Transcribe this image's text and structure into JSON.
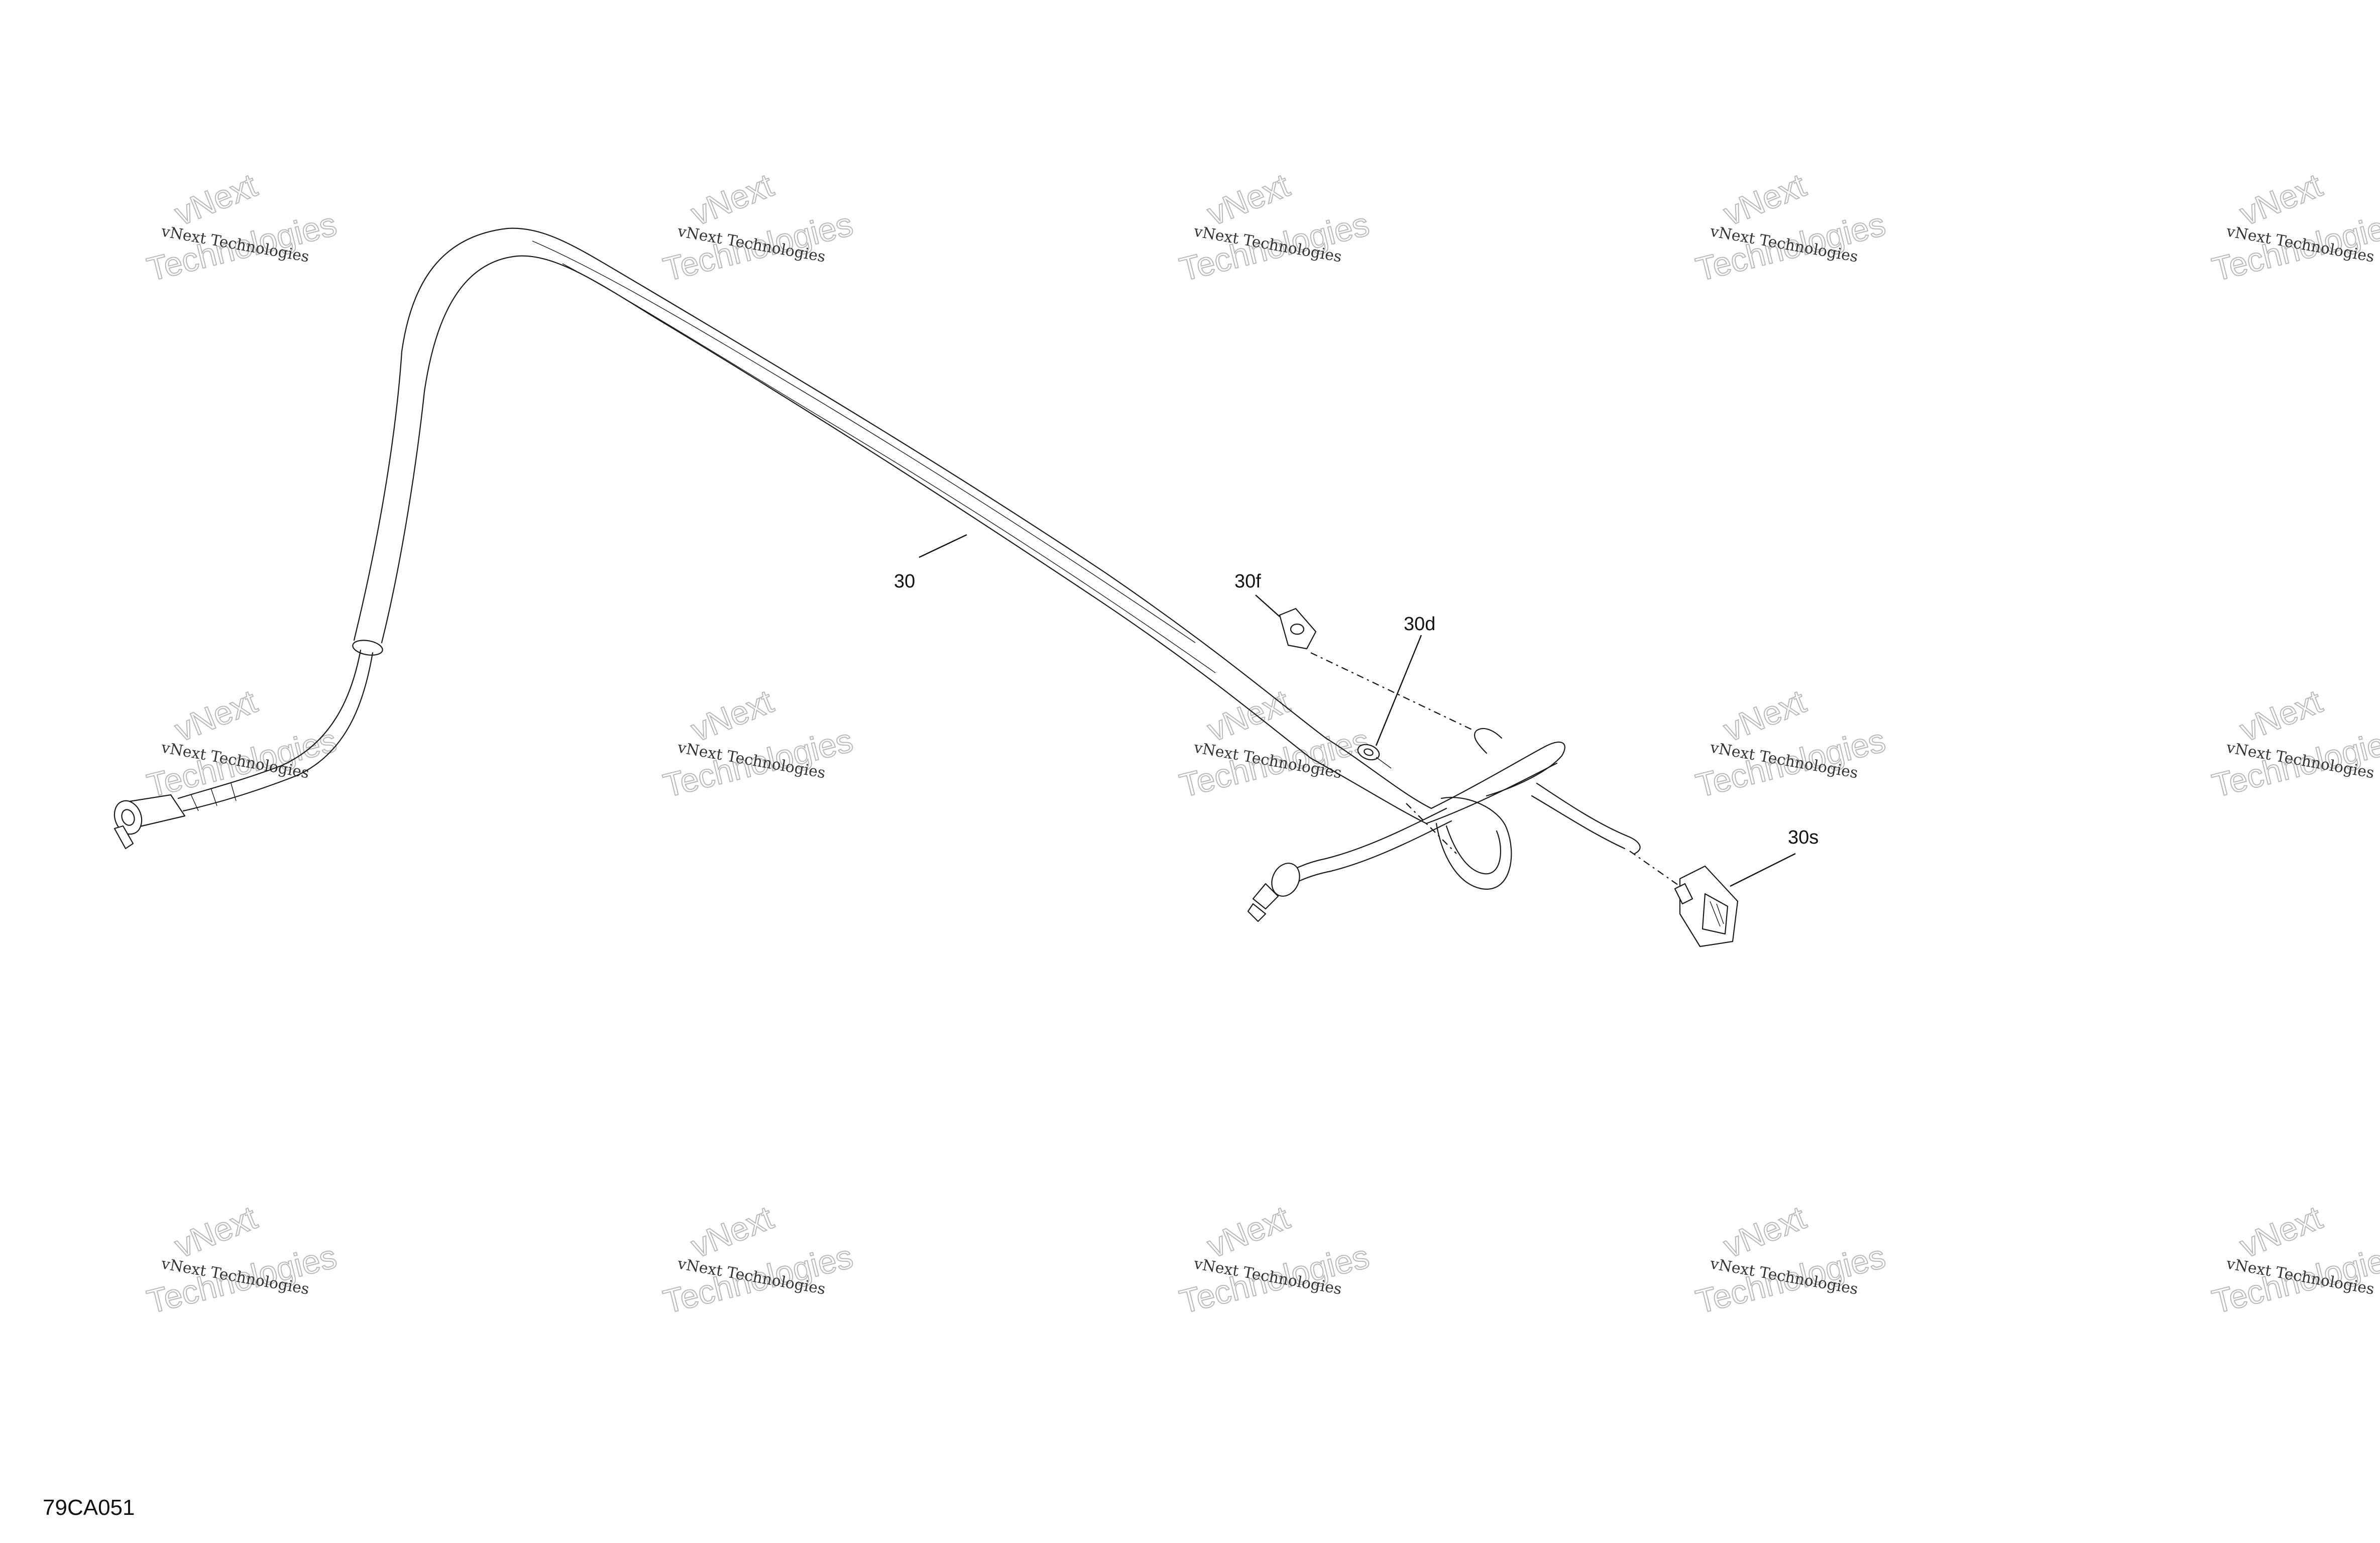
{
  "diagram": {
    "figure_id": "79CA051",
    "callouts": {
      "main_harness": "30",
      "clip": "30f",
      "ground_eyelet": "30d",
      "connector": "30s"
    },
    "watermark": {
      "line1": "vNext Technologies",
      "line2": "vNext",
      "line3": "Technologies"
    }
  }
}
